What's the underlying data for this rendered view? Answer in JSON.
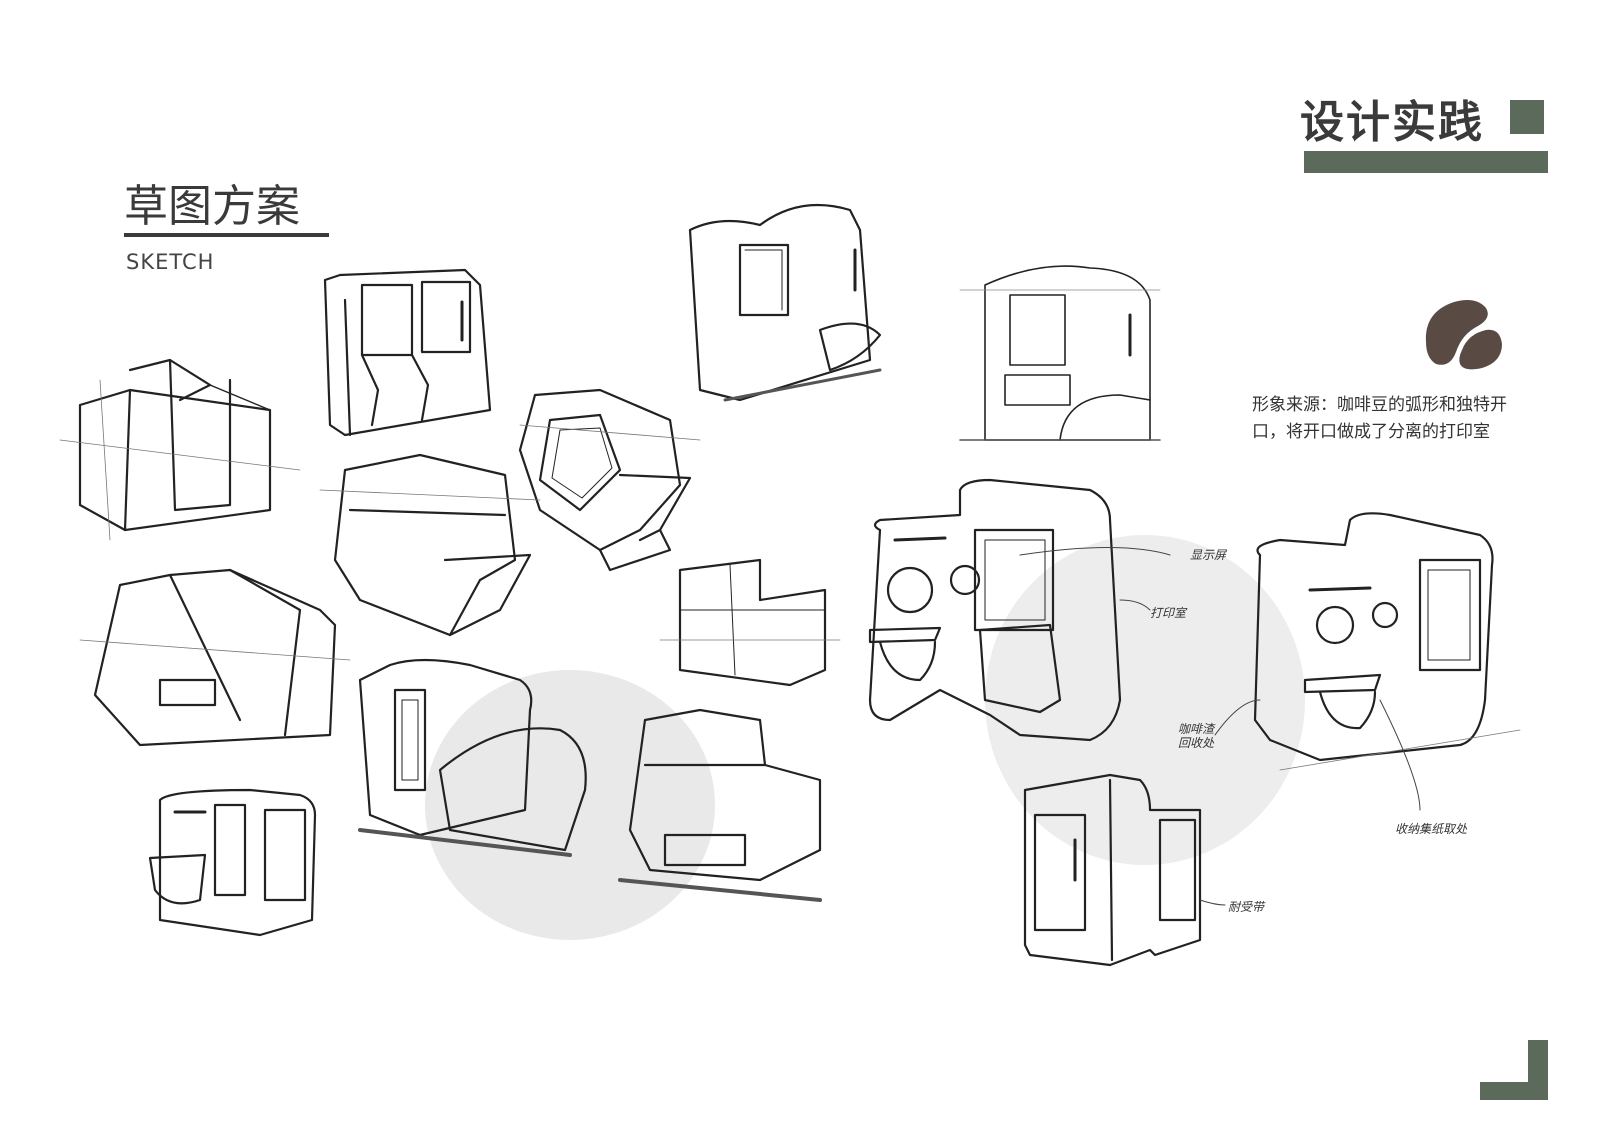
{
  "header": {
    "title": "设计实践",
    "accent_color": "#5b6a5b"
  },
  "section": {
    "title": "草图方案",
    "subtitle": "SKETCH"
  },
  "inspiration": {
    "icon": "coffee-bean-icon",
    "icon_color": "#5a4a44",
    "text": "形象来源：咖啡豆的弧形和独特开口，将开口做成了分离的打印室"
  },
  "annotations": {
    "display_screen": "显示屏",
    "print_room": "打印室",
    "coffee_recycle": "咖啡渣回收处",
    "storage": "收纳集纸取处",
    "charging": "耐受带"
  },
  "corner_mark_color": "#5b6a5b"
}
